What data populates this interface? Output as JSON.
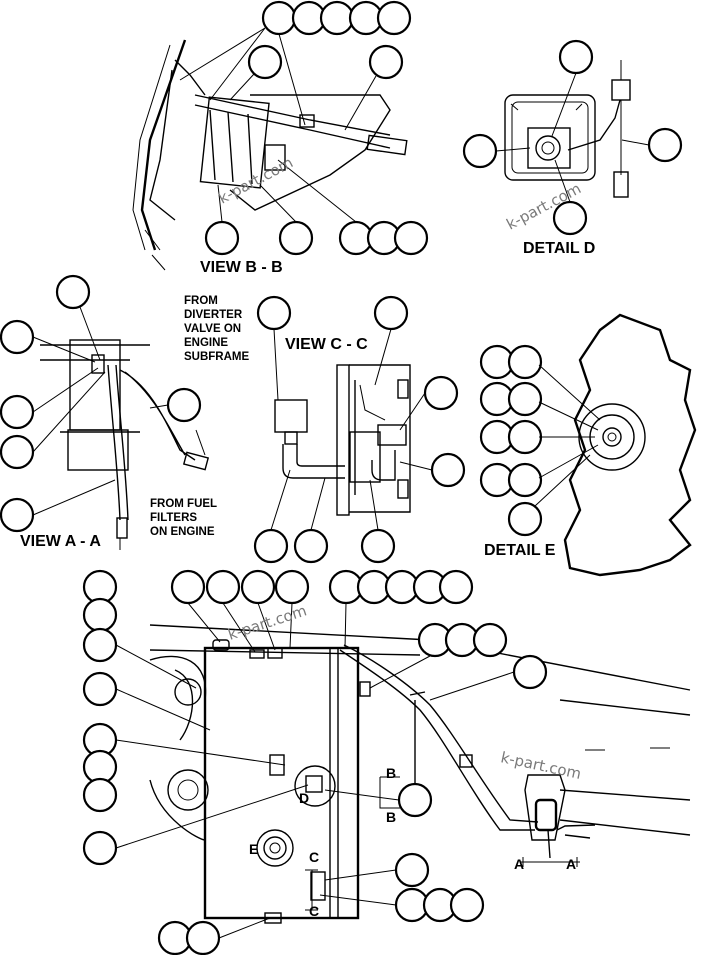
{
  "views": {
    "b": "VIEW B - B",
    "d": "DETAIL D",
    "a": "VIEW A - A",
    "c": "VIEW C - C",
    "e": "DETAIL E"
  },
  "notes": {
    "from_diverter": [
      "FROM",
      "DIVERTER",
      "VALVE ON",
      "ENGINE",
      "SUBFRAME"
    ],
    "from_fuel": [
      "FROM FUEL",
      "FILTERS",
      "ON ENGINE"
    ]
  },
  "refs": {
    "a1": "A",
    "a2": "A",
    "b1": "B",
    "b2": "B",
    "c1": "C",
    "c2": "C",
    "d": "D",
    "e": "E"
  },
  "watermark": [
    "k-part.com",
    "k-part.com",
    "k-part.com",
    "k-part.com"
  ]
}
